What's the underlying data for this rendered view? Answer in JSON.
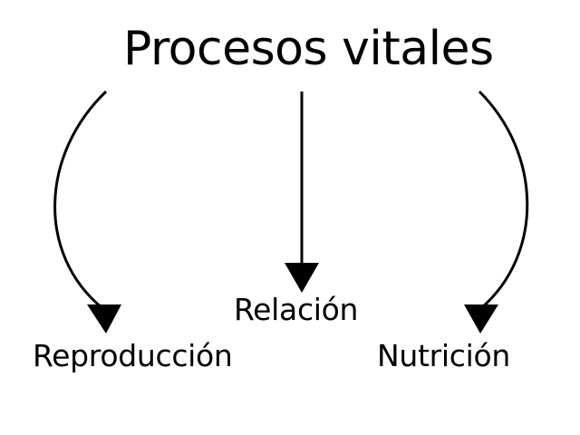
{
  "diagram": {
    "title": "Procesos vitales",
    "nodes": {
      "relacion": "Relación",
      "reproduccion": "Reproducción",
      "nutricion": "Nutrición"
    },
    "colors": {
      "stroke": "#000000",
      "background": "#ffffff"
    }
  }
}
